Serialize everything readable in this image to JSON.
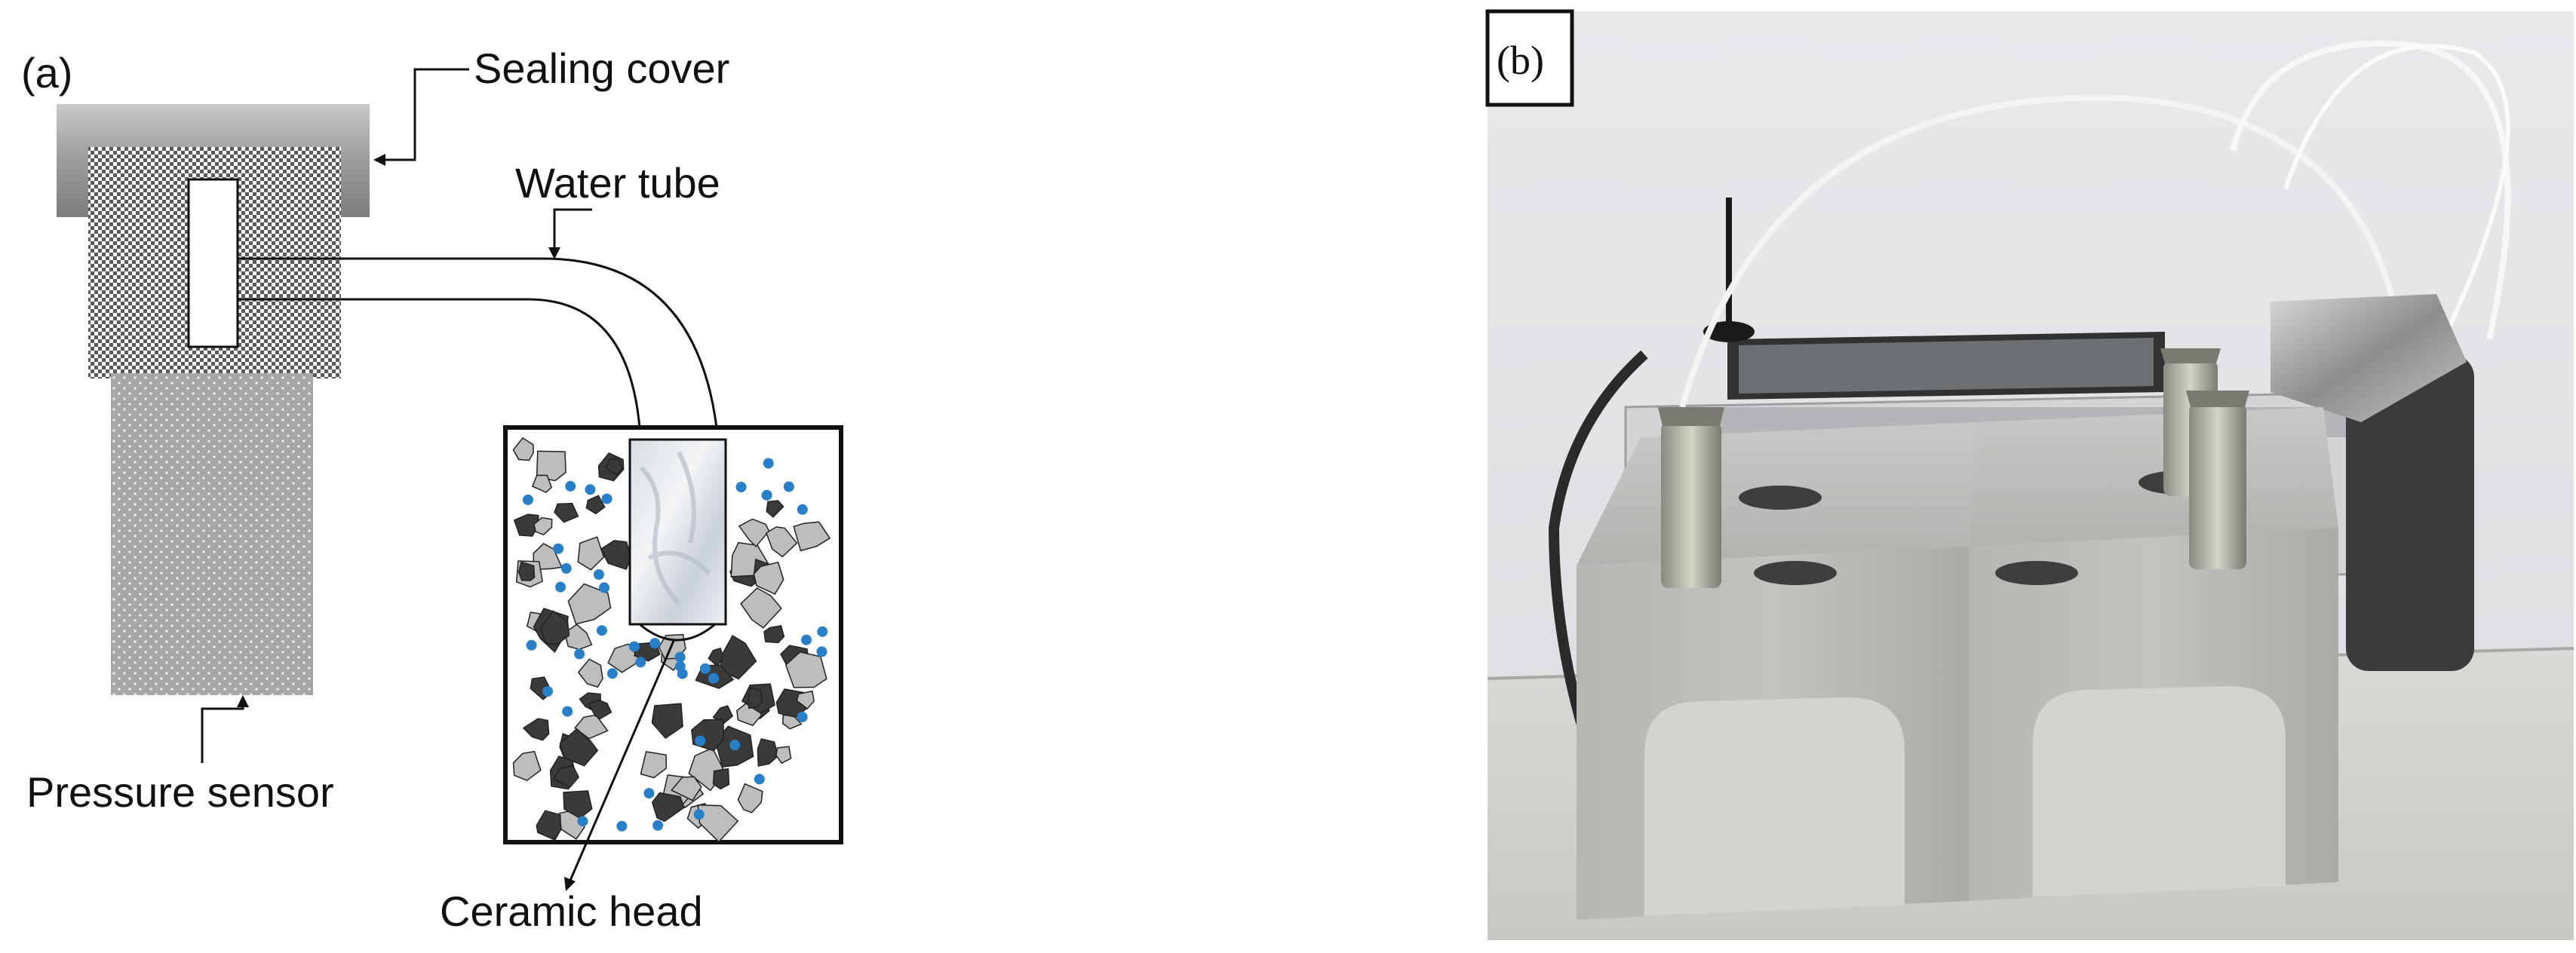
{
  "panel_a": {
    "label": "(a)",
    "labels": {
      "sealing_cover": "Sealing cover",
      "water_tube": "Water tube",
      "pressure_sensor": "Pressure sensor",
      "ceramic_head": "Ceramic head"
    }
  },
  "panel_b": {
    "label": "(b)"
  },
  "colors": {
    "sealing_cover": "#9a9a9a",
    "sensor_body": "#a8a8a8",
    "water_dots": "#2a7fc9",
    "dark_aggregate": "#3a3a3a",
    "light_aggregate": "#bdbdbd"
  }
}
